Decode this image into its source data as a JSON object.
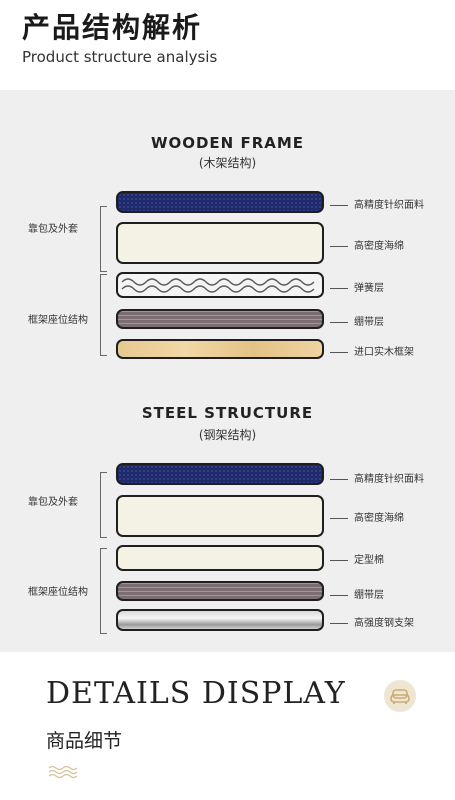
{
  "header": {
    "title_cn": "产品结构解析",
    "title_en": "Product structure analysis"
  },
  "wooden": {
    "title": "WOODEN FRAME",
    "subtitle": "(木架结构)",
    "groups": [
      "靠包及外套",
      "框架座位结构"
    ],
    "layers": [
      "高精度针织面料",
      "高密度海绵",
      "弹簧层",
      "绷带层",
      "进口实木框架"
    ]
  },
  "steel": {
    "title": "STEEL STRUCTURE",
    "subtitle": "(钢架结构)",
    "groups": [
      "靠包及外套",
      "框架座位结构"
    ],
    "layers": [
      "高精度针织面料",
      "高密度海绵",
      "定型棉",
      "绷带层",
      "高强度钢支架"
    ]
  },
  "details": {
    "title_en": "DETAILS DISPLAY",
    "title_cn": "商品细节"
  },
  "colors": {
    "navy_fabric": "#1f2a6b",
    "foam": "#f3f2e4",
    "belt": "#7b6d72",
    "wood": "#e8c98f",
    "accent": "#d8c49a"
  },
  "icons": [
    "sofa-icon",
    "wave-icon"
  ]
}
